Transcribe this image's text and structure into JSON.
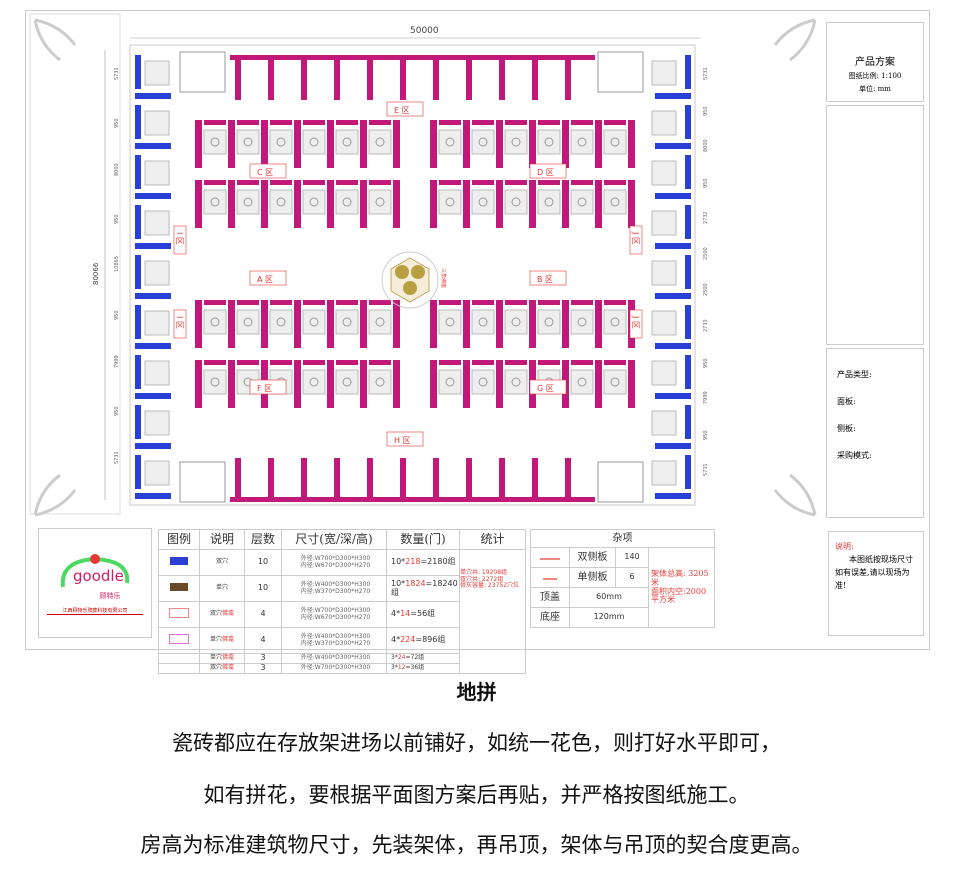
{
  "plan": {
    "width_dim": "50000",
    "height_dim": "80066",
    "left_dims": [
      "5731",
      "950",
      "8000",
      "950",
      "10865",
      "950",
      "7999",
      "950",
      "5731"
    ],
    "right_dims": [
      "5731",
      "950",
      "8000",
      "950",
      "2732",
      "2500",
      "2500",
      "2733",
      "950",
      "7999",
      "950",
      "5731"
    ],
    "zones": {
      "E": "E 区",
      "C": "C 区",
      "D": "D 区",
      "A": "A 区",
      "B": "B 区",
      "F": "F 区",
      "G": "G 区",
      "H": "H 区",
      "I1": "I 区",
      "I2": "I 区",
      "J1": "J 区",
      "J2": "J 区"
    },
    "center_label": "三角佛座"
  },
  "side_panel": {
    "title": "产品方案",
    "scale": "图纸比例: 1:100",
    "unit": "单位: mm",
    "product_type": "产品类型:",
    "face_panel": "面板:",
    "side_board": "侧板:",
    "purchase_mode": "采购模式:"
  },
  "logo": {
    "brand": "goodle",
    "cn_brand": "顾特乐",
    "company": "江西顾特乐殡葬科技有限公司"
  },
  "legend_table": {
    "headers": [
      "图例",
      "说明",
      "层数",
      "尺寸(宽/深/高)",
      "数量(门)",
      "统计"
    ],
    "rows": [
      {
        "color": "#2a3fd6",
        "desc": "双穴",
        "desc_red": "",
        "layers": "10",
        "outer": "外径:W700*D300*H300",
        "inner": "内径:W670*D300*H270",
        "qty_a": "10*",
        "qty_b": "218",
        "qty_c": "=2180组"
      },
      {
        "color": "#6b4a2a",
        "desc": "单穴",
        "desc_red": "",
        "layers": "10",
        "outer": "外径:W400*D300*H300",
        "inner": "内径:W370*D300*H270",
        "qty_a": "10*",
        "qty_b": "1824",
        "qty_c": "=18240组"
      },
      {
        "color": "#f08a80",
        "desc": "双穴",
        "desc_red": "佛龛",
        "layers": "4",
        "outer": "外径:W700*D300*H300",
        "inner": "内径:W670*D300*H270",
        "qty_a": "4*",
        "qty_b": "14",
        "qty_c": "=56组"
      },
      {
        "color": "#e070e0",
        "desc": "单穴",
        "desc_red": "佛龛",
        "layers": "4",
        "outer": "外径:W400*D300*H300",
        "inner": "内径:W370*D300*H270",
        "qty_a": "4*",
        "qty_b": "224",
        "qty_c": "=896组"
      },
      {
        "color": "",
        "desc": "单穴",
        "desc_red": "佛龛",
        "layers": "3",
        "outer": "外径:W400*D300*H300",
        "inner": "",
        "qty_a": "3*",
        "qty_b": "24",
        "qty_c": "=72组"
      },
      {
        "color": "",
        "desc": "双穴",
        "desc_red": "佛龛",
        "layers": "3",
        "outer": "外径:W700*D300*H300",
        "inner": "",
        "qty_a": "3*",
        "qty_b": "12",
        "qty_c": "=36组"
      }
    ],
    "stats": [
      "单穴共: 19208组",
      "双穴共: 2272组",
      "骨灰容量: 23752穴位"
    ]
  },
  "misc_table": {
    "header": "杂项",
    "double_side": {
      "label": "双侧板",
      "value": "140"
    },
    "single_side": {
      "label": "单侧板",
      "value": "6"
    },
    "top_cover": {
      "label": "顶盖",
      "value": "60mm"
    },
    "base": {
      "label": "底座",
      "value": "120mm"
    },
    "total_height": "架体总高: 3205米",
    "area": "面积内空:2000平方米"
  },
  "note": {
    "title": "说明:",
    "text": "本图纸按现场尺寸如有误差,请以现场为准!"
  },
  "caption": {
    "title": "地拼",
    "lines": [
      "瓷砖都应在存放架进场以前铺好，如统一花色，则打好水平即可，",
      "如有拼花，要根据平面图方案后再贴，并严格按图纸施工。",
      "房高为标准建筑物尺寸，先装架体，再吊顶，架体与吊顶的契合度更高。"
    ]
  },
  "colors": {
    "rack_magenta": "#c2187a",
    "rack_blue": "#2a3fd6",
    "zone_red": "#e53935"
  }
}
